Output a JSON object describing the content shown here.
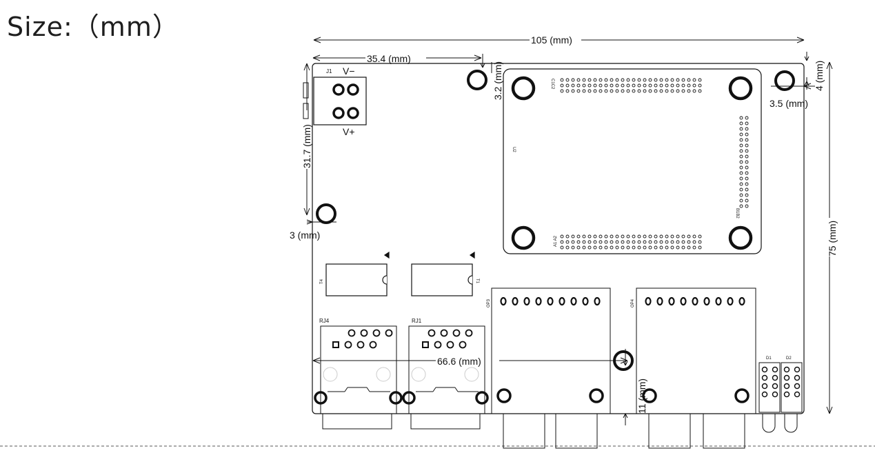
{
  "title": "Size:（mm）",
  "dimensions": {
    "width": "105 (mm)",
    "hole_x": "35.4 (mm)",
    "left_top": "31.7 (mm)",
    "hole_left": "3 (mm)",
    "top_hole": "3.2 (mm)",
    "right_top": "4 (mm)",
    "right_hole": "3.5 (mm)",
    "height": "75 (mm)",
    "center_x": "66.6 (mm)",
    "bottom_gap": "11 (mm)"
  },
  "labels": {
    "j1": "J1",
    "v_minus": "V−",
    "v_plus": "V+",
    "u2": "U2",
    "c1c2": "C1C2",
    "b1b2": "B1B2",
    "a1a2": "A1 A2",
    "t4": "T4",
    "t1": "T1",
    "rj4": "RJ4",
    "rj1": "RJ1",
    "op3": "OP3",
    "op4": "OP4",
    "d1": "D1",
    "d2": "D2"
  }
}
